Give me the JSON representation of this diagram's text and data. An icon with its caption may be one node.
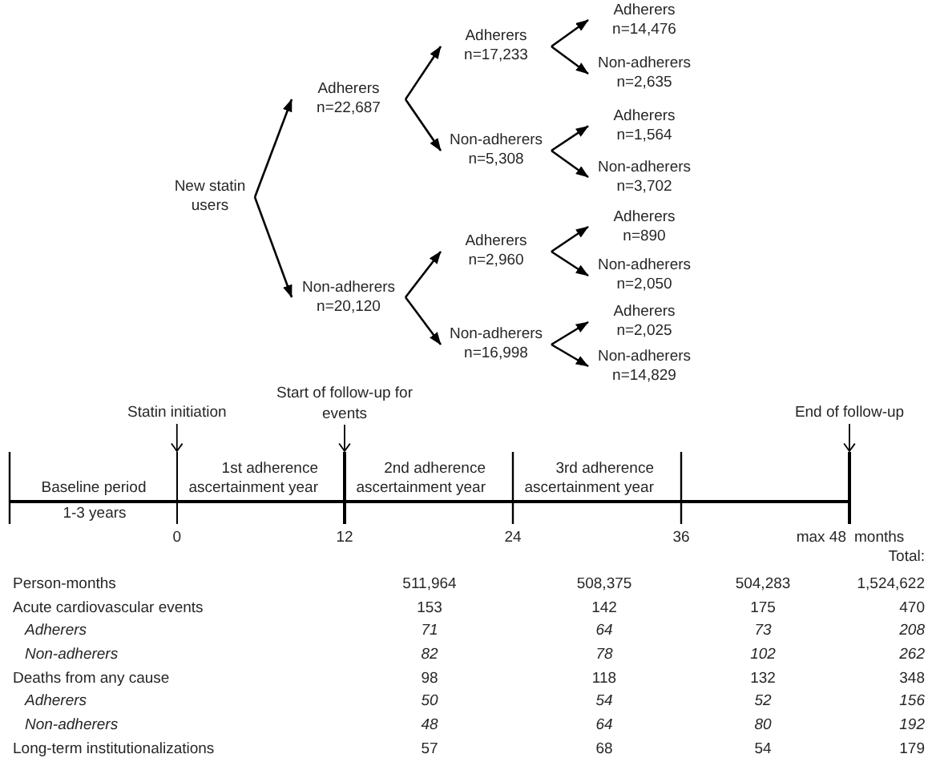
{
  "diagram": {
    "nodes": [
      {
        "text": [
          "New statin users"
        ]
      },
      {
        "text": [
          "Adherers",
          "n=22,687"
        ]
      },
      {
        "text": [
          "Non-adherers",
          "n=20,120"
        ]
      },
      {
        "text": [
          "Adherers",
          "n=17,233"
        ]
      },
      {
        "text": [
          "Non-adherers",
          "n=5,308"
        ]
      },
      {
        "text": [
          "Adherers",
          "n=2,960"
        ]
      },
      {
        "text": [
          "Non-adherers",
          "n=16,998"
        ]
      },
      {
        "text": [
          "Adherers",
          "n=14,476"
        ]
      },
      {
        "text": [
          "Non-adherers",
          "n=2,635"
        ]
      },
      {
        "text": [
          "Adherers",
          "n=1,564"
        ]
      },
      {
        "text": [
          "Non-adherers",
          "n=3,702"
        ]
      },
      {
        "text": [
          "Adherers",
          "n=890"
        ]
      },
      {
        "text": [
          "Non-adherers",
          "n=2,050"
        ]
      },
      {
        "text": [
          "Adherers",
          "n=2,025"
        ]
      },
      {
        "text": [
          "Non-adherers",
          "n=14,829"
        ]
      },
      {
        "text": [
          "Statin initiation"
        ]
      },
      {
        "text": [
          "Start of follow-up for events"
        ]
      },
      {
        "text": [
          "End of follow-up"
        ]
      },
      {
        "text": [],
        "shape": "bar"
      },
      {
        "text": [],
        "shape": "bar"
      },
      {
        "text": [],
        "shape": "bar"
      }
    ],
    "edges": [
      {
        "from": 0,
        "to": 1,
        "arrow": "to"
      },
      {
        "from": 0,
        "to": 2,
        "arrow": "to"
      },
      {
        "from": 1,
        "to": 3,
        "arrow": "to"
      },
      {
        "from": 1,
        "to": 4,
        "arrow": "to"
      },
      {
        "from": 2,
        "to": 5,
        "arrow": "to"
      },
      {
        "from": 2,
        "to": 6,
        "arrow": "to"
      },
      {
        "from": 3,
        "to": 7,
        "arrow": "to"
      },
      {
        "from": 3,
        "to": 8,
        "arrow": "to"
      },
      {
        "from": 4,
        "to": 9,
        "arrow": "to"
      },
      {
        "from": 4,
        "to": 10,
        "arrow": "to"
      },
      {
        "from": 5,
        "to": 11,
        "arrow": "to"
      },
      {
        "from": 5,
        "to": 12,
        "arrow": "to"
      },
      {
        "from": 6,
        "to": 13,
        "arrow": "to"
      },
      {
        "from": 6,
        "to": 14,
        "arrow": "to"
      },
      {
        "from": 15,
        "to": 18,
        "arrow": "to"
      },
      {
        "from": 16,
        "to": 19,
        "arrow": "to"
      },
      {
        "from": 17,
        "to": 20,
        "arrow": "to"
      }
    ],
    "labels": [
      "Baseline period",
      "1st adherence ascertainment year",
      "2nd adherence ascertainment year",
      "3rd adherence ascertainment year",
      "1-3 years",
      "0",
      "12",
      "24",
      "36",
      "max 48",
      "months",
      "Total:",
      "Person-months",
      "511,964",
      "508,375",
      "504,283",
      "1,524,622",
      "Acute cardiovascular events",
      "153",
      "142",
      "175",
      "470",
      "Adherers",
      "71",
      "64",
      "73",
      "208",
      "Non-adherers",
      "82",
      "78",
      "102",
      "262",
      "Deaths from any cause",
      "98",
      "118",
      "132",
      "348",
      "Adherers",
      "50",
      "54",
      "52",
      "156",
      "Non-adherers",
      "48",
      "64",
      "80",
      "192",
      "Long-term institutionalizations",
      "57",
      "68",
      "54",
      "179"
    ]
  }
}
